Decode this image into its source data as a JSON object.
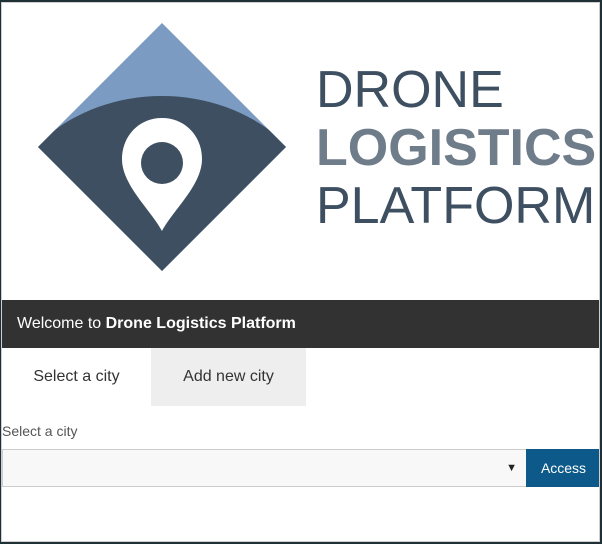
{
  "logo": {
    "line1": "DRONE",
    "line2": "LOGISTICS",
    "line3": "PLATFORM",
    "colors": {
      "diamond_light": "#7b9bc2",
      "diamond_dark": "#3d4f61",
      "pin": "#ffffff"
    },
    "icon": "map-pin-icon"
  },
  "welcome": {
    "prefix": "Welcome to ",
    "app_name": "Drone Logistics Platform"
  },
  "tabs": [
    {
      "label": "Select a city",
      "active": true
    },
    {
      "label": "Add new city",
      "active": false
    }
  ],
  "form": {
    "label": "Select a city",
    "selected_value": "",
    "arrow_icon": "caret-down-icon",
    "access_label": "Access"
  },
  "colors": {
    "header_bg": "#323232",
    "inactive_tab_bg": "#eeeeee",
    "button_bg": "#0d5a8a"
  }
}
